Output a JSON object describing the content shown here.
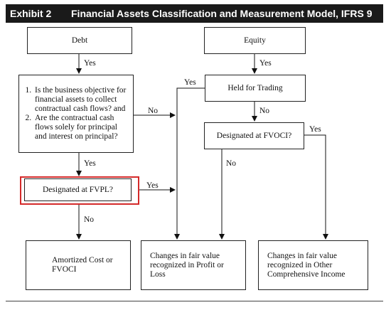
{
  "header": {
    "exhibit": "Exhibit 2",
    "title": "Financial Assets Classification and Measurement Model, IFRS 9"
  },
  "nodes": {
    "debt": "Debt",
    "equity": "Equity",
    "held_for_trading": "Held for Trading",
    "designated_fvoci": "Designated at FVOCI?",
    "designated_fvpl": "Designated at FVPL?",
    "question_1": "Is the business objective for financial assets to collect contractual cash flows? and",
    "question_2": "Are the contractual cash flows solely for principal and interest on principal?",
    "amortized_cost": "Amortized Cost or FVOCI",
    "changes_profit_loss": "Changes in fair value recognized in Profit or Loss",
    "changes_oci": "Changes in fair value recognized in Other Comprehensive Income"
  },
  "edge_labels": {
    "debt_yes": "Yes",
    "equity_yes": "Yes",
    "hft_yes": "Yes",
    "hft_no": "No",
    "questions_no": "No",
    "questions_yes": "Yes",
    "fvpl_yes": "Yes",
    "fvpl_no": "No",
    "fvoci_yes": "Yes",
    "fvoci_no": "No"
  },
  "colors": {
    "highlight": "#d42a2a",
    "header_bg": "#1a1a1a"
  }
}
